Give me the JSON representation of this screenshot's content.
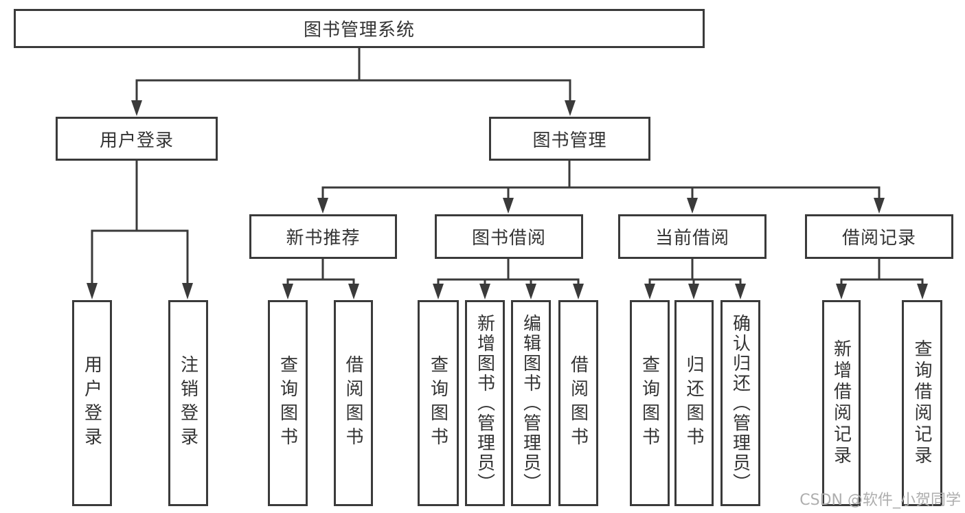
{
  "diagram": {
    "title": "图书管理系统",
    "root": {
      "label": "图书管理系统"
    },
    "user_branch": {
      "label": "用户登录",
      "children": [
        {
          "label": "用户登录"
        },
        {
          "label": "注销登录"
        }
      ]
    },
    "book_branch": {
      "label": "图书管理",
      "sections": [
        {
          "label": "新书推荐",
          "children": [
            {
              "label": "查询图书"
            },
            {
              "label": "借阅图书"
            }
          ]
        },
        {
          "label": "图书借阅",
          "children": [
            {
              "label": "查询图书"
            },
            {
              "label": "新增图书（管理员）"
            },
            {
              "label": "编辑图书（管理员）"
            },
            {
              "label": "借阅图书"
            }
          ]
        },
        {
          "label": "当前借阅",
          "children": [
            {
              "label": "查询图书"
            },
            {
              "label": "归还图书"
            },
            {
              "label": "确认归还（管理员）"
            }
          ]
        },
        {
          "label": "借阅记录",
          "children": [
            {
              "label": "新增借阅记录"
            },
            {
              "label": "查询借阅记录"
            }
          ]
        }
      ]
    }
  },
  "watermark": {
    "text": "CSDN @软件_小贺同学"
  },
  "colors": {
    "line": "#3a3a3a",
    "text": "#333333",
    "watermark": "#aeaeae",
    "background": "#ffffff"
  }
}
